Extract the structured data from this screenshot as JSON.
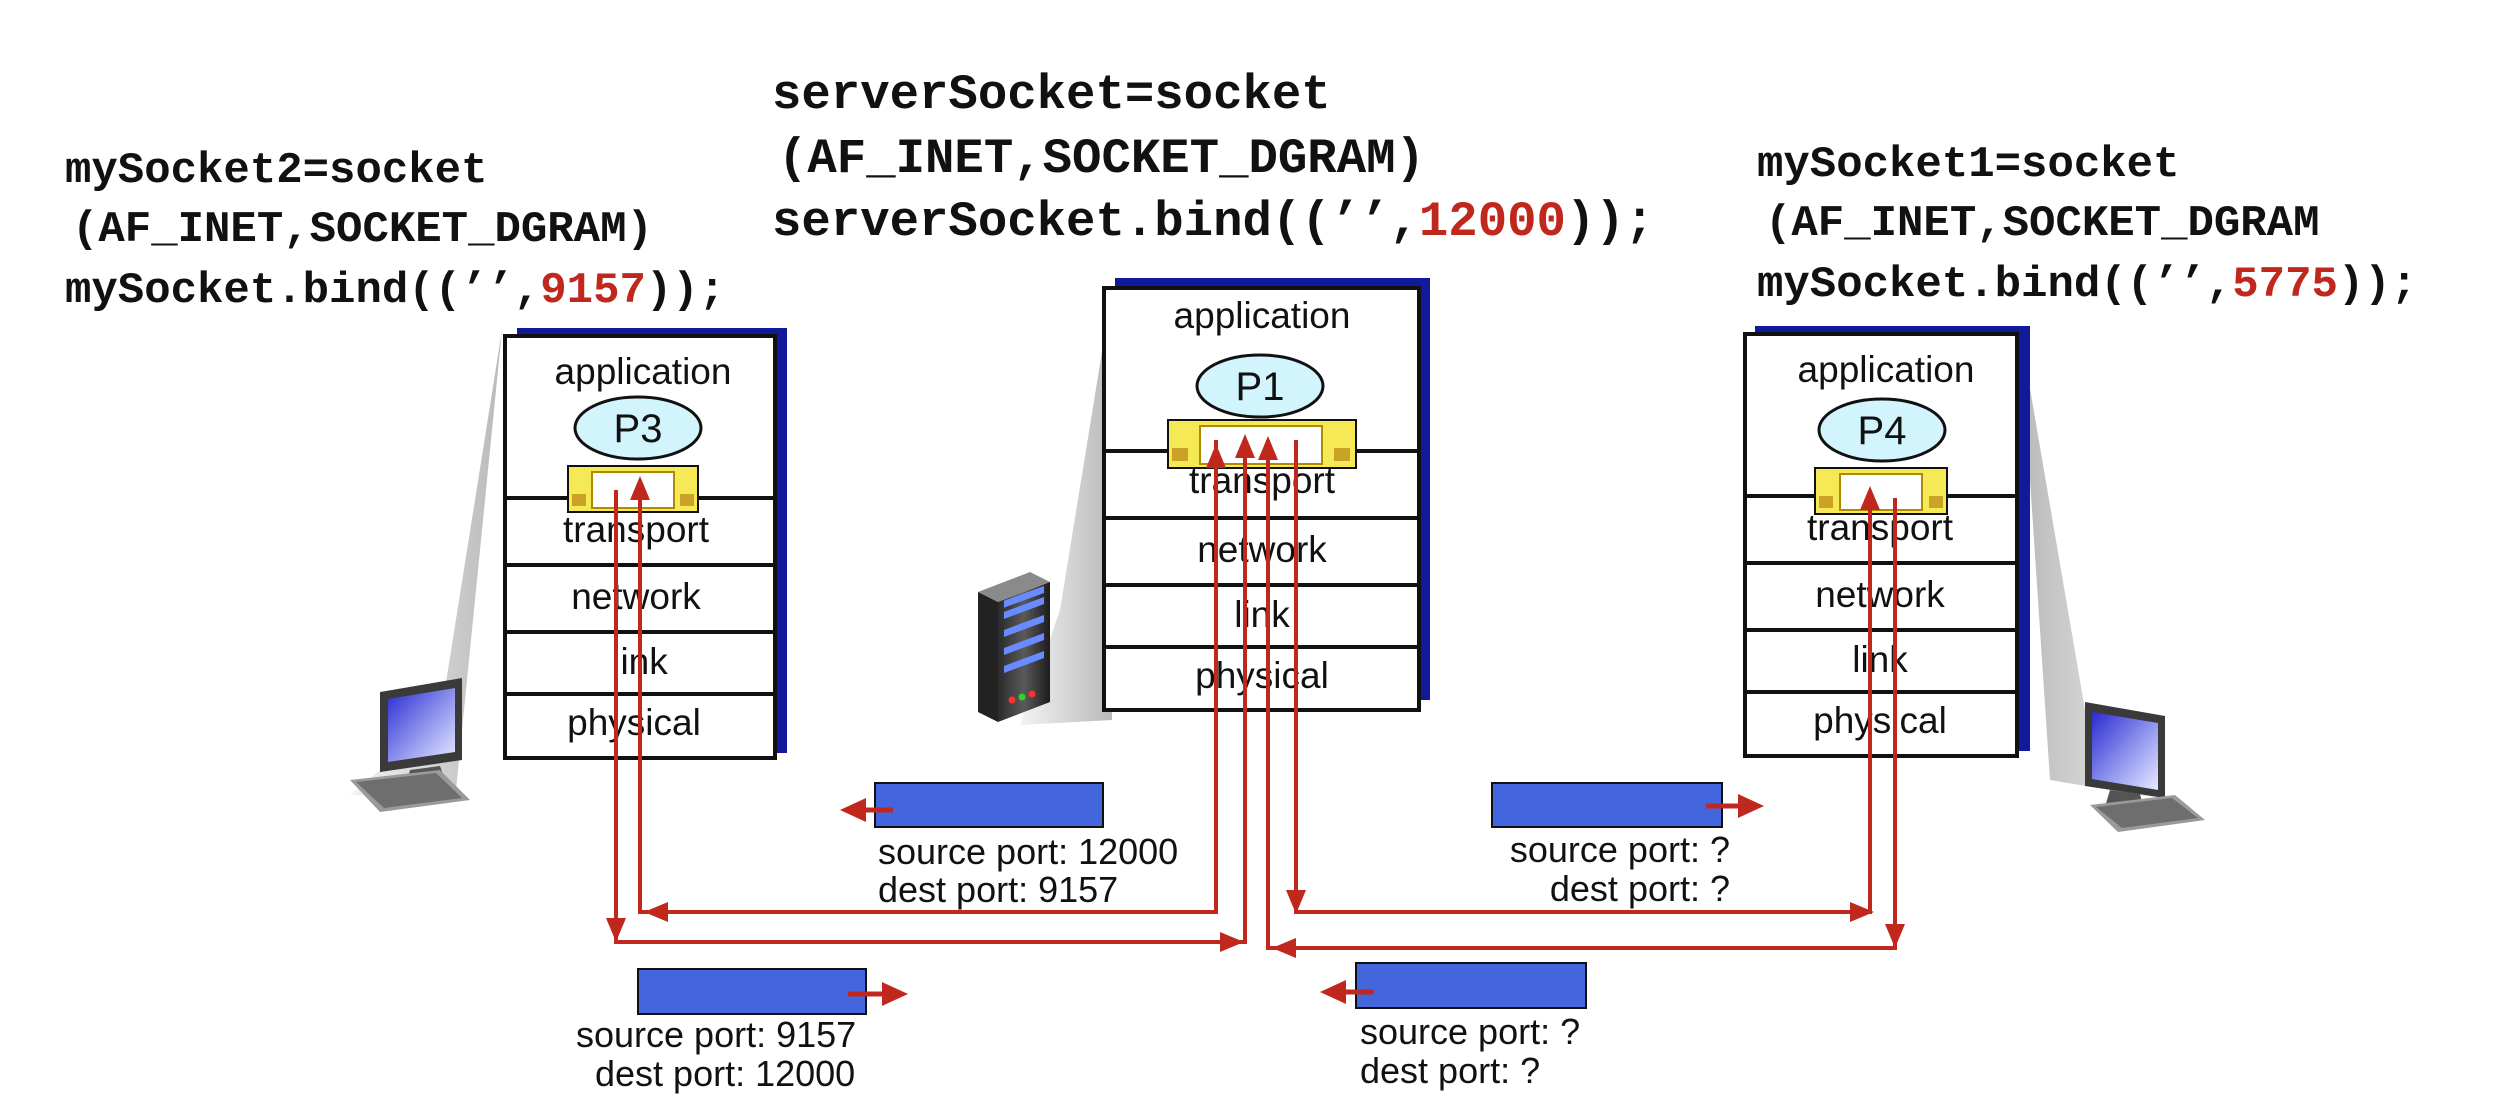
{
  "colors": {
    "arrow": "#c0281e",
    "segment": "#4466dd",
    "socket": "#f5ea55",
    "process": "#d2f4fc",
    "shadow": "#101a9a",
    "port_number": "#c0281e"
  },
  "left_host": {
    "code": {
      "line1": "mySocket2=socket",
      "line2": "(AF_INET,SOCKET_DGRAM)",
      "line3_prefix": "mySocket.bind((’’,",
      "line3_port": "9157",
      "line3_suffix": "));"
    },
    "process": "P3",
    "layers": [
      "application",
      "transport",
      "network",
      "link",
      "physical"
    ]
  },
  "server": {
    "code": {
      "line1": "serverSocket=socket",
      "line2": "(AF_INET,SOCKET_DGRAM)",
      "line3_prefix": "serverSocket.bind((’’,",
      "line3_port": "12000",
      "line3_suffix": "));"
    },
    "process": "P1",
    "layers": [
      "application",
      "transport",
      "network",
      "link",
      "physical"
    ]
  },
  "right_host": {
    "code": {
      "line1": "mySocket1=socket",
      "line2": "(AF_INET,SOCKET_DGRAM",
      "line3_prefix": "mySocket.bind((’’,",
      "line3_port": "5775",
      "line3_suffix": "));"
    },
    "process": "P4",
    "layers": [
      "application",
      "transport",
      "network",
      "link",
      "physical"
    ]
  },
  "segments": [
    {
      "source": "source port: 12000",
      "dest": "dest port: 9157"
    },
    {
      "source": "source port: 9157",
      "dest": "dest port: 12000"
    },
    {
      "source": "source port: ?",
      "dest": "dest port: ?"
    },
    {
      "source": "source port: ?",
      "dest": "dest port: ?"
    }
  ],
  "icons": [
    "desktop-computer-icon",
    "server-icon",
    "desktop-computer-icon"
  ]
}
